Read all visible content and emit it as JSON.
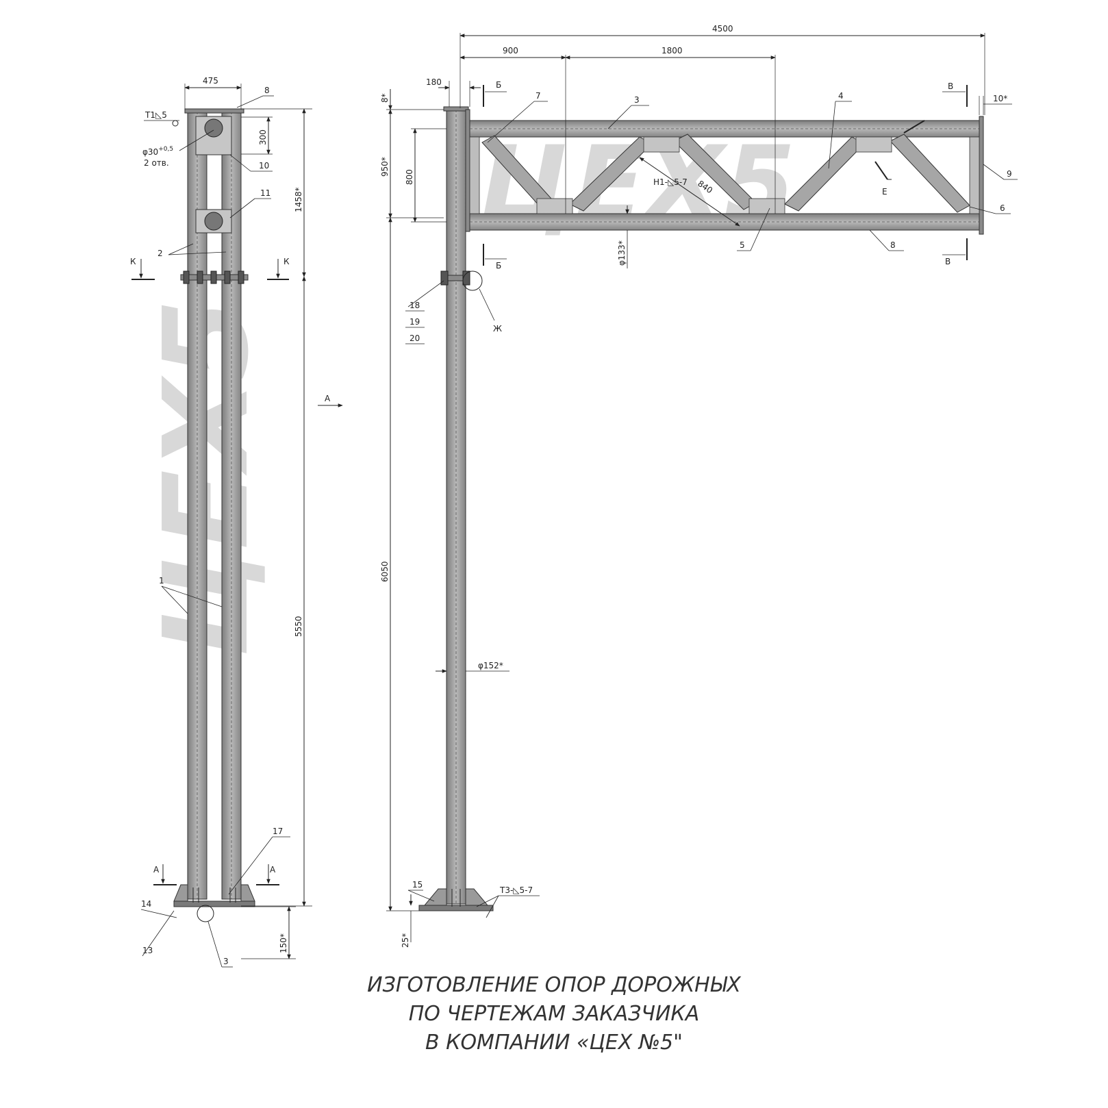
{
  "colors": {
    "steel": "#9a9a9a",
    "steel_dark": "#6e6e6e",
    "steel_light": "#cfcfcf",
    "line": "#222222",
    "watermark": "#d2d2d2",
    "caption": "#333333"
  },
  "watermark_text": "ЦЕХ5",
  "side_view": {
    "dims": {
      "width_top": "475",
      "plate_gap": "300",
      "hole": "φ30",
      "hole_tol": "+0,5",
      "holes_count": "2 отв.",
      "upper_height": "1458*",
      "lower_height": "5550",
      "base_height": "150*"
    },
    "weld_top": "Т1◺5",
    "sections": {
      "k_left": "К",
      "k_right": "К",
      "a_left": "А",
      "a_right": "А"
    },
    "arrow_a": "А",
    "callouts": [
      "8",
      "10",
      "11",
      "2",
      "1",
      "17",
      "14",
      "13",
      "3"
    ]
  },
  "front_view": {
    "dims": {
      "total": "4500",
      "seg1": "900",
      "seg2": "1800",
      "col_width": "180",
      "top_offset": "8*",
      "truss_height": "950*",
      "inner_height": "800",
      "column_height": "6050",
      "tube_top": "φ133*",
      "tube_column": "φ152*",
      "end_plate": "10*",
      "diagonal": "840",
      "base_offset": "25*"
    },
    "welds": {
      "diagonal": "Н1-◺5-7",
      "base": "Т3-◺5-7"
    },
    "sections": {
      "b_top": "Б",
      "b_bottom": "Б",
      "v_top": "В",
      "v_bottom": "В",
      "e": "Е",
      "zh": "Ж"
    },
    "callouts": [
      "7",
      "3",
      "4",
      "9",
      "6",
      "8",
      "5",
      "18",
      "19",
      "20",
      "15"
    ]
  },
  "caption": {
    "line1": "ИЗГОТОВЛЕНИЕ ОПОР ДОРОЖНЫХ",
    "line2": "ПО ЧЕРТЕЖАМ ЗАКАЗЧИКА",
    "line3": "В КОМПАНИИ «ЦЕХ №5\""
  }
}
